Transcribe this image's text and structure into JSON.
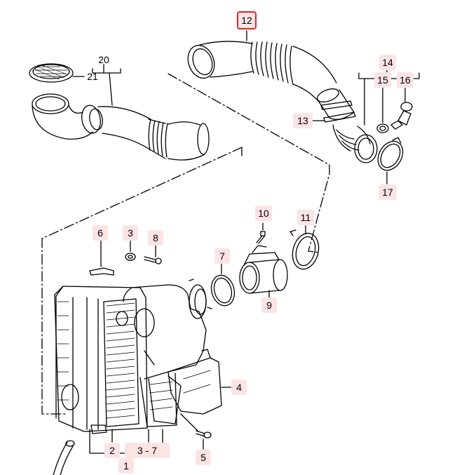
{
  "diagram": {
    "colors": {
      "highlight": "#fce4e4",
      "selected_border": "#d9272e",
      "line": "#000000"
    },
    "callouts": {
      "c1": "1",
      "c2": "2",
      "c3a": "3",
      "c3b": "3 - 7",
      "c4": "4",
      "c5": "5",
      "c6": "6",
      "c7": "7",
      "c8": "8",
      "c9": "9",
      "c10": "10",
      "c11": "11",
      "c12": "12",
      "c13": "13",
      "c14": "14",
      "c15": "15",
      "c16": "16",
      "c17": "17",
      "c20": "20",
      "c21": "21"
    }
  }
}
